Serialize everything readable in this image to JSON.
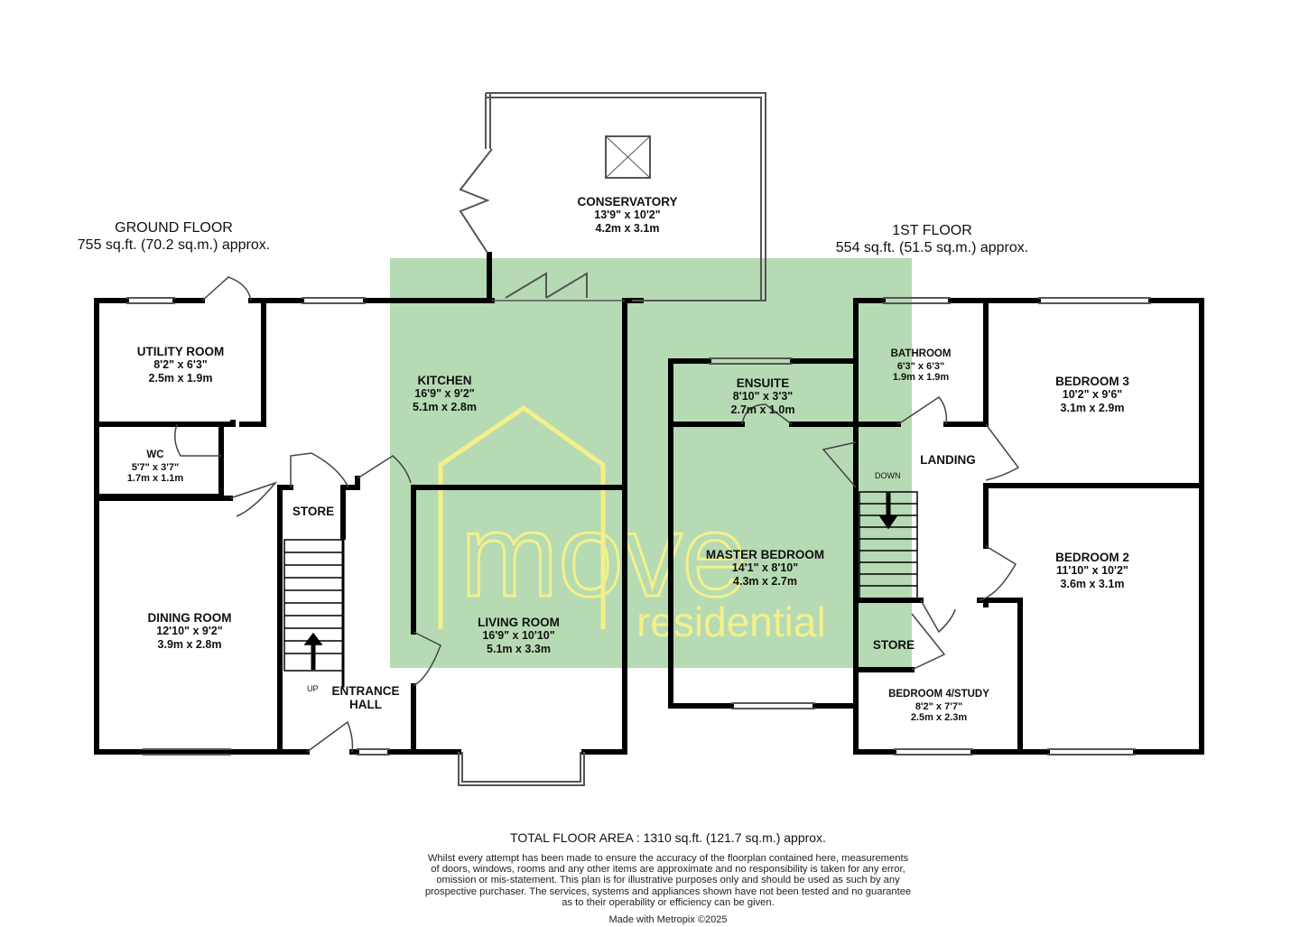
{
  "ground_floor": {
    "title": "GROUND FLOOR",
    "area": "755 sq.ft. (70.2 sq.m.) approx.",
    "rooms": {
      "conservatory": {
        "name": "CONSERVATORY",
        "imperial": "13'9\" x 10'2\"",
        "metric": "4.2m x 3.1m"
      },
      "utility": {
        "name": "UTILITY ROOM",
        "imperial": "8'2\" x 6'3\"",
        "metric": "2.5m x 1.9m"
      },
      "kitchen": {
        "name": "KITCHEN",
        "imperial": "16'9\" x 9'2\"",
        "metric": "5.1m x 2.8m"
      },
      "wc": {
        "name": "WC",
        "imperial": "5'7\" x 3'7\"",
        "metric": "1.7m x 1.1m"
      },
      "store": {
        "name": "STORE"
      },
      "dining": {
        "name": "DINING ROOM",
        "imperial": "12'10\" x 9'2\"",
        "metric": "3.9m x 2.8m"
      },
      "living": {
        "name": "LIVING ROOM",
        "imperial": "16'9\" x 10'10\"",
        "metric": "5.1m x 3.3m"
      },
      "entrance": {
        "name_line1": "ENTRANCE",
        "name_line2": "HALL"
      }
    },
    "stairs_label": "UP"
  },
  "first_floor": {
    "title": "1ST FLOOR",
    "area": "554 sq.ft. (51.5 sq.m.) approx.",
    "rooms": {
      "bathroom": {
        "name": "BATHROOM",
        "imperial": "6'3\" x 6'3\"",
        "metric": "1.9m x 1.9m"
      },
      "ensuite": {
        "name": "ENSUITE",
        "imperial": "8'10\" x 3'3\"",
        "metric": "2.7m x 1.0m"
      },
      "bedroom3": {
        "name": "BEDROOM 3",
        "imperial": "10'2\" x 9'6\"",
        "metric": "3.1m x 2.9m"
      },
      "landing": {
        "name": "LANDING"
      },
      "master": {
        "name": "MASTER BEDROOM",
        "imperial": "14'1\" x 8'10\"",
        "metric": "4.3m x 2.7m"
      },
      "bedroom2": {
        "name": "BEDROOM 2",
        "imperial": "11'10\" x 10'2\"",
        "metric": "3.6m x 3.1m"
      },
      "store": {
        "name": "STORE"
      },
      "bedroom4": {
        "name": "BEDROOM 4/STUDY",
        "imperial": "8'2\" x 7'7\"",
        "metric": "2.5m x 2.3m"
      }
    },
    "stairs_label": "DOWN"
  },
  "watermark": {
    "line1": "move",
    "line2": "residential",
    "color": "#a9d4a6",
    "text_color": "#f3f08a"
  },
  "total_area": "TOTAL FLOOR AREA : 1310 sq.ft. (121.7 sq.m.) approx.",
  "disclaimer": [
    "Whilst every attempt has been made to ensure the accuracy of the floorplan contained here, measurements",
    "of doors, windows, rooms and any other items are approximate and no responsibility is taken for any error,",
    "omission or mis-statement. This plan is for illustrative purposes only and should be used as such by any",
    "prospective purchaser. The services, systems and appliances shown have not been tested and no guarantee",
    "as to their operability or efficiency can be given."
  ],
  "credit": "Made with Metropix ©2025",
  "colors": {
    "wall": "#000000",
    "window": "#555555",
    "thin": "#444444"
  }
}
